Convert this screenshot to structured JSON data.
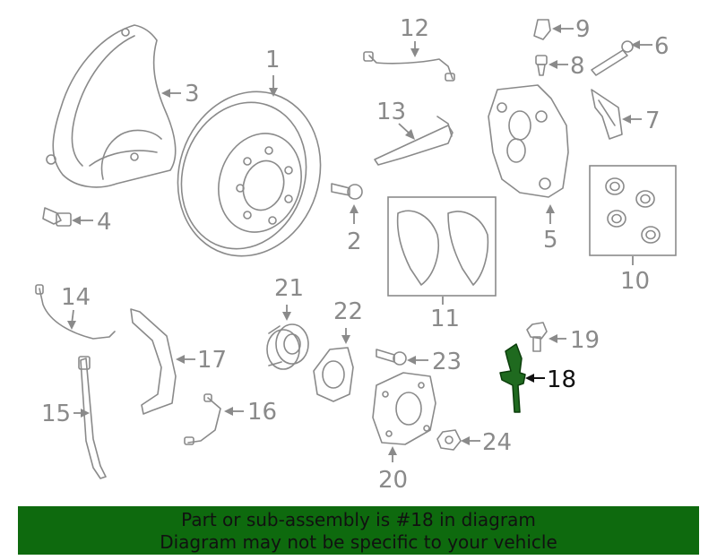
{
  "diagram": {
    "highlighted_part": "18",
    "callouts": [
      "1",
      "2",
      "3",
      "4",
      "5",
      "6",
      "7",
      "8",
      "9",
      "10",
      "11",
      "12",
      "13",
      "14",
      "15",
      "16",
      "17",
      "18",
      "19",
      "20",
      "21",
      "22",
      "23",
      "24"
    ]
  },
  "banner": {
    "line1": "Part or sub-assembly is #18 in diagram",
    "line2": "Diagram may not be specific to your vehicle",
    "background_color": "#0e6a0e"
  },
  "colors": {
    "line_art": "#8a8a8a",
    "highlight": "#1f6a1f"
  }
}
